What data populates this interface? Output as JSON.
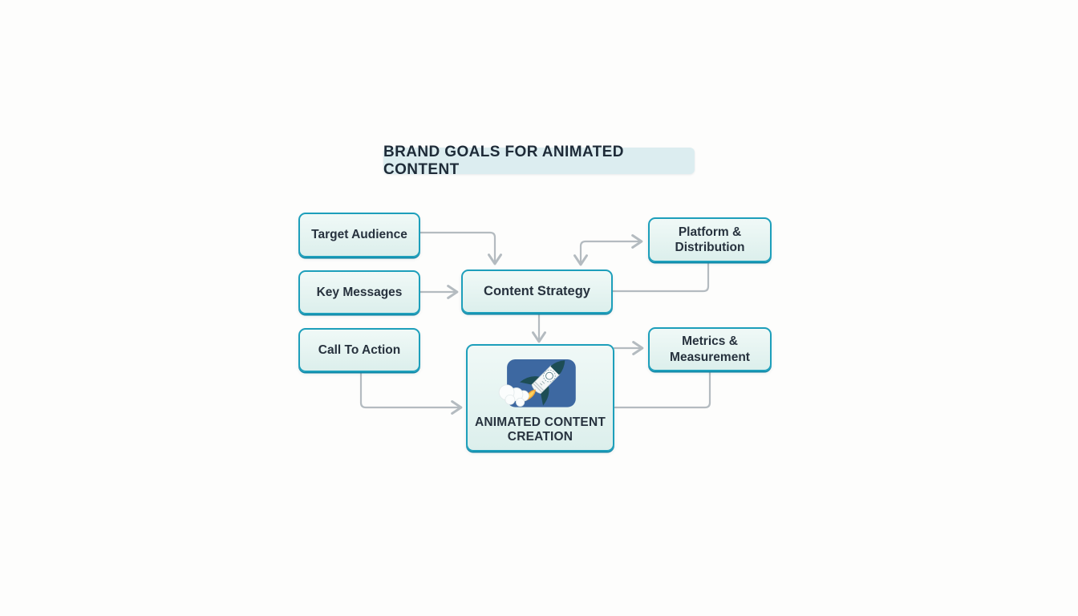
{
  "title": {
    "text": "BRAND GOALS FOR ANIMATED CONTENT"
  },
  "nodes": {
    "target_audience": {
      "label": "Target Audience"
    },
    "key_messages": {
      "label": "Key Messages"
    },
    "call_to_action": {
      "label": "Call To Action"
    },
    "content_strategy": {
      "label": "Content Strategy"
    },
    "platform_distribution": {
      "label": "Platform & Distribution"
    },
    "metrics_measurement": {
      "label": "Metrics & Measurement"
    },
    "animated_content_creation": {
      "label": "ANIMATED CONTENT CREATION"
    }
  },
  "icons": {
    "animated_content_creation": "rocket-launch-icon"
  },
  "edges": [
    {
      "from": "target_audience",
      "to": "content_strategy",
      "arrowheads": [
        "end"
      ]
    },
    {
      "from": "key_messages",
      "to": "content_strategy",
      "arrowheads": [
        "end"
      ]
    },
    {
      "from": "content_strategy",
      "to": "platform_distribution",
      "arrowheads": [
        "start",
        "end"
      ]
    },
    {
      "from": "platform_distribution",
      "to": "content_strategy",
      "arrowheads": []
    },
    {
      "from": "content_strategy",
      "to": "animated_content_creation",
      "arrowheads": [
        "end"
      ]
    },
    {
      "from": "call_to_action",
      "to": "animated_content_creation",
      "arrowheads": [
        "end"
      ]
    },
    {
      "from": "animated_content_creation",
      "to": "metrics_measurement",
      "arrowheads": [
        "end"
      ]
    },
    {
      "from": "metrics_measurement",
      "to": "animated_content_creation",
      "arrowheads": []
    }
  ],
  "colors": {
    "bg": "#fdfdfc",
    "node_border": "#1d9fbb",
    "node_border_dark": "#0f86a6",
    "node_fill_top": "#f0f9f7",
    "node_fill_bottom": "#dcefec",
    "title_bg": "#dcedf0",
    "text_dark": "#27323e",
    "connector": "#b4bbc0",
    "icon_blue": "#3d68a1",
    "rocket_teal": "#1d4d55",
    "flame_orange": "#f2a63c",
    "flame_yellow": "#ffd35c"
  }
}
